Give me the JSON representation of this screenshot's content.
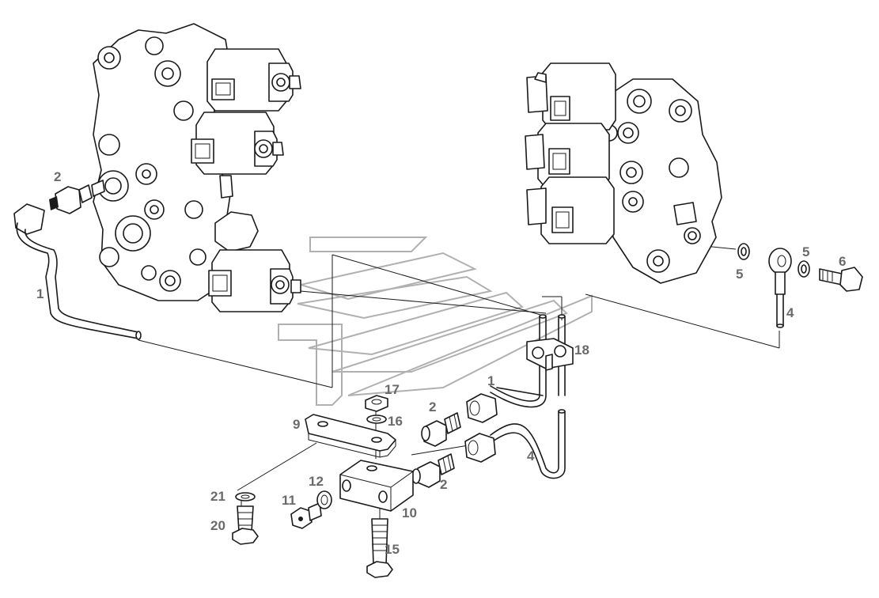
{
  "labels": {
    "l1a": "1",
    "l1b": "1",
    "l2a": "2",
    "l2b": "2",
    "l2c": "2",
    "l4a": "4",
    "l4b": "4",
    "l5a": "5",
    "l5b": "5",
    "l6": "6",
    "l9": "9",
    "l10": "10",
    "l11": "11",
    "l12": "12",
    "l15": "15",
    "l16": "16",
    "l17": "17",
    "l18": "18",
    "l20": "20",
    "l21": "21"
  }
}
